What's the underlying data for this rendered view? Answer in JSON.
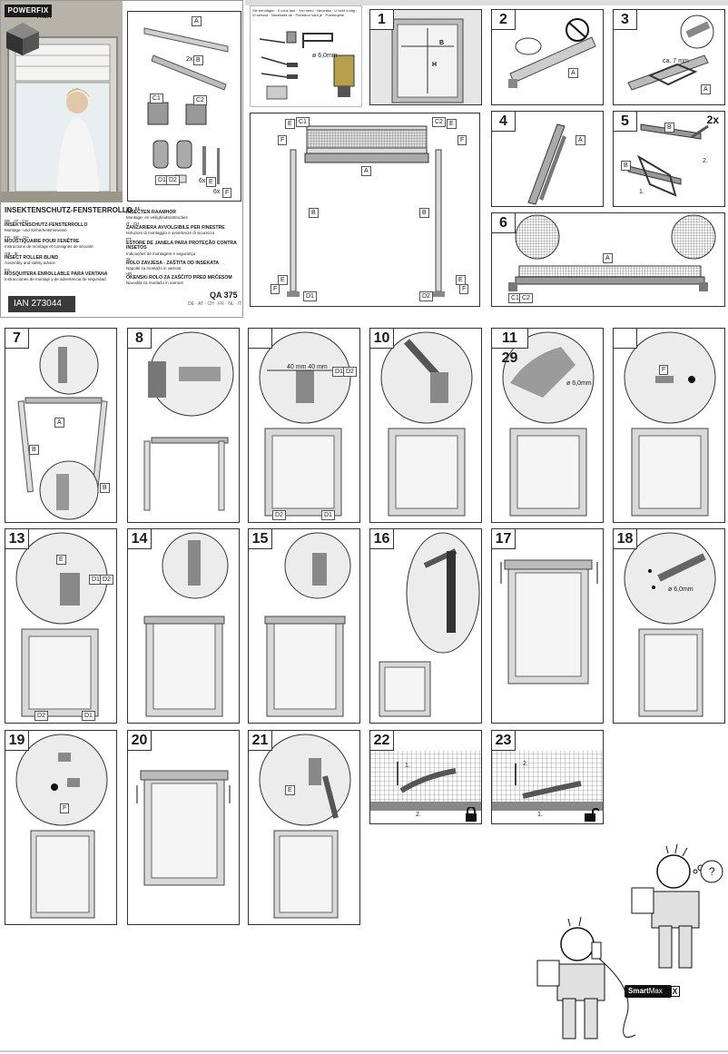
{
  "cover": {
    "brand": "POWERFIX",
    "brand_sub": "PROFI",
    "product_title": "INSEKTENSCHUTZ-FENSTERROLLO",
    "languages_left": [
      {
        "codes": "DE · AT · CH",
        "title": "INSEKTENSCHUTZ-FENSTERROLLO",
        "sub": "Montage- und Sicherheitshinweise"
      },
      {
        "codes": "FR · BE · CH",
        "title": "MOUSTIQUAIRE POUR FENÊTRE",
        "sub": "Instructions de montage et consignes de sécurité"
      },
      {
        "codes": "GB · IE",
        "title": "INSECT ROLLER BLIND",
        "sub": "Assembly and safety advice"
      },
      {
        "codes": "ES",
        "title": "MOSQUITERA ENROLLABLE PARA VENTANA",
        "sub": "Instrucciones de montaje y de advertencia de seguridad"
      }
    ],
    "languages_right": [
      {
        "codes": "NL · BE",
        "title": "INSECTEN-RAAMHOR",
        "sub": "Montage- en veiligheidsinstructies"
      },
      {
        "codes": "IT · CH",
        "title": "ZANZARIERA AVVOLGIBILE PER FINESTRE",
        "sub": "Istruzioni di montaggio e avvertenze di sicurezza"
      },
      {
        "codes": "PT",
        "title": "ESTORE DE JANELA PARA PROTEÇÃO CONTRA INSETOS",
        "sub": "Indicações de montagem e segurança"
      },
      {
        "codes": "SI",
        "title": "ROLO ZAVJESA - ZAŠTITA OD INSEKATA",
        "sub": "Napotki za montažo in varnost"
      },
      {
        "codes": "HR",
        "title": "OKENSKI ROLO ZA ZAŠČITO PRED MRČESOM",
        "sub": "Navodila za montažo in varnost"
      }
    ],
    "ian": "IAN 273044",
    "model": "QA 375",
    "model_sub": "DE · AT · CH · FR · NL · IT"
  },
  "tools_text": "Sie benötigen · Il vous faut · You need · Necesita · U hebt nodig · Vi serviva · Necessita de · Potrebno Vam je · Potrebujete",
  "parts_panel": {
    "labels": [
      "A",
      "2x",
      "B",
      "C1",
      "C2",
      "D1",
      "D2",
      "6x",
      "E",
      "6x",
      "F"
    ]
  },
  "drill_label": "ø 6,0mm",
  "steps": [
    {
      "num": "1",
      "labels": [
        "B",
        "H"
      ]
    },
    {
      "num": "2",
      "labels": [
        "A"
      ]
    },
    {
      "num": "3",
      "labels": [
        "A"
      ],
      "note": "ca. 7 mm"
    },
    {
      "num": "4",
      "labels": [
        "A"
      ]
    },
    {
      "num": "5",
      "labels": [
        "B",
        "B",
        "1.",
        "2."
      ],
      "badge": "2x"
    },
    {
      "num": "6",
      "labels": [
        "A",
        "C1",
        "C2"
      ]
    },
    {
      "num": "7",
      "labels": [
        "A",
        "B",
        "B"
      ]
    },
    {
      "num": "8",
      "labels": []
    },
    {
      "num": "",
      "labels": [
        "D1",
        "D2",
        "D2",
        "D1"
      ],
      "note": "40 mm 40 mm"
    },
    {
      "num": "10",
      "labels": []
    },
    {
      "num": "11 29",
      "labels": [],
      "note": "ø 6,0mm"
    },
    {
      "num": "",
      "labels": [
        "F"
      ]
    },
    {
      "num": "13",
      "labels": [
        "E",
        "D1",
        "D2",
        "D2",
        "D1"
      ]
    },
    {
      "num": "14",
      "labels": []
    },
    {
      "num": "15",
      "labels": []
    },
    {
      "num": "16",
      "labels": []
    },
    {
      "num": "17",
      "labels": []
    },
    {
      "num": "18",
      "labels": [],
      "note": "ø 6,0mm"
    },
    {
      "num": "19",
      "labels": [
        "F"
      ]
    },
    {
      "num": "20",
      "labels": []
    },
    {
      "num": "21",
      "labels": [
        "E"
      ]
    },
    {
      "num": "22",
      "labels": [
        "1.",
        "2."
      ],
      "icon": "lock-closed-icon"
    },
    {
      "num": "23",
      "labels": [
        "1.",
        "2."
      ],
      "icon": "lock-open-icon"
    }
  ],
  "assembly_panel": {
    "labels": [
      "E",
      "C1",
      "C2",
      "E",
      "F",
      "F",
      "A",
      "B",
      "B",
      "E",
      "E",
      "F",
      "D1",
      "D2",
      "F"
    ]
  },
  "footer": {
    "brand": "Smart",
    "brand_b": "Max",
    "brand_x": "X",
    "question": "?"
  }
}
